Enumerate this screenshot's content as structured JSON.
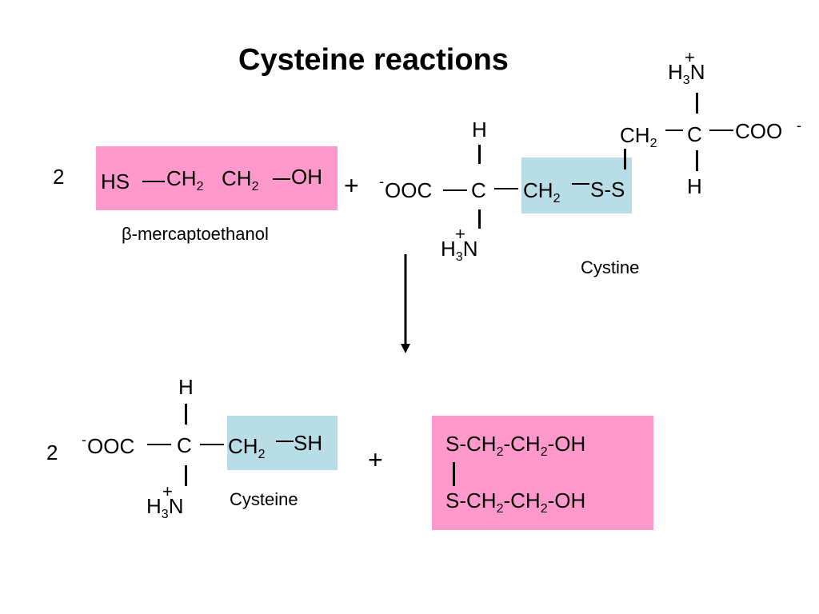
{
  "title": "Cysteine reactions",
  "colors": {
    "pink_box": "#ff99cc",
    "blue_box": "#b8dde6"
  },
  "labels": {
    "mercaptoethanol": "β-mercaptoethanol",
    "cystine": "Cystine",
    "cysteine": "Cysteine"
  },
  "coefficients": {
    "reactant": "2",
    "product": "2"
  },
  "operators": {
    "plus_top": "+",
    "plus_bottom": "+"
  },
  "charges": {
    "plus": "+",
    "minus": "-"
  },
  "atoms": {
    "HS": "HS",
    "CH": "CH",
    "OH": "OH",
    "H": "H",
    "N": "N",
    "C": "C",
    "COO": "COO",
    "OOC": "OOC",
    "SS": "S-S",
    "SH": "SH",
    "sub2": "2",
    "sub3": "3",
    "S_CH": "S-CH",
    "dash_CH": "-CH",
    "dash_OH": "-OH"
  }
}
